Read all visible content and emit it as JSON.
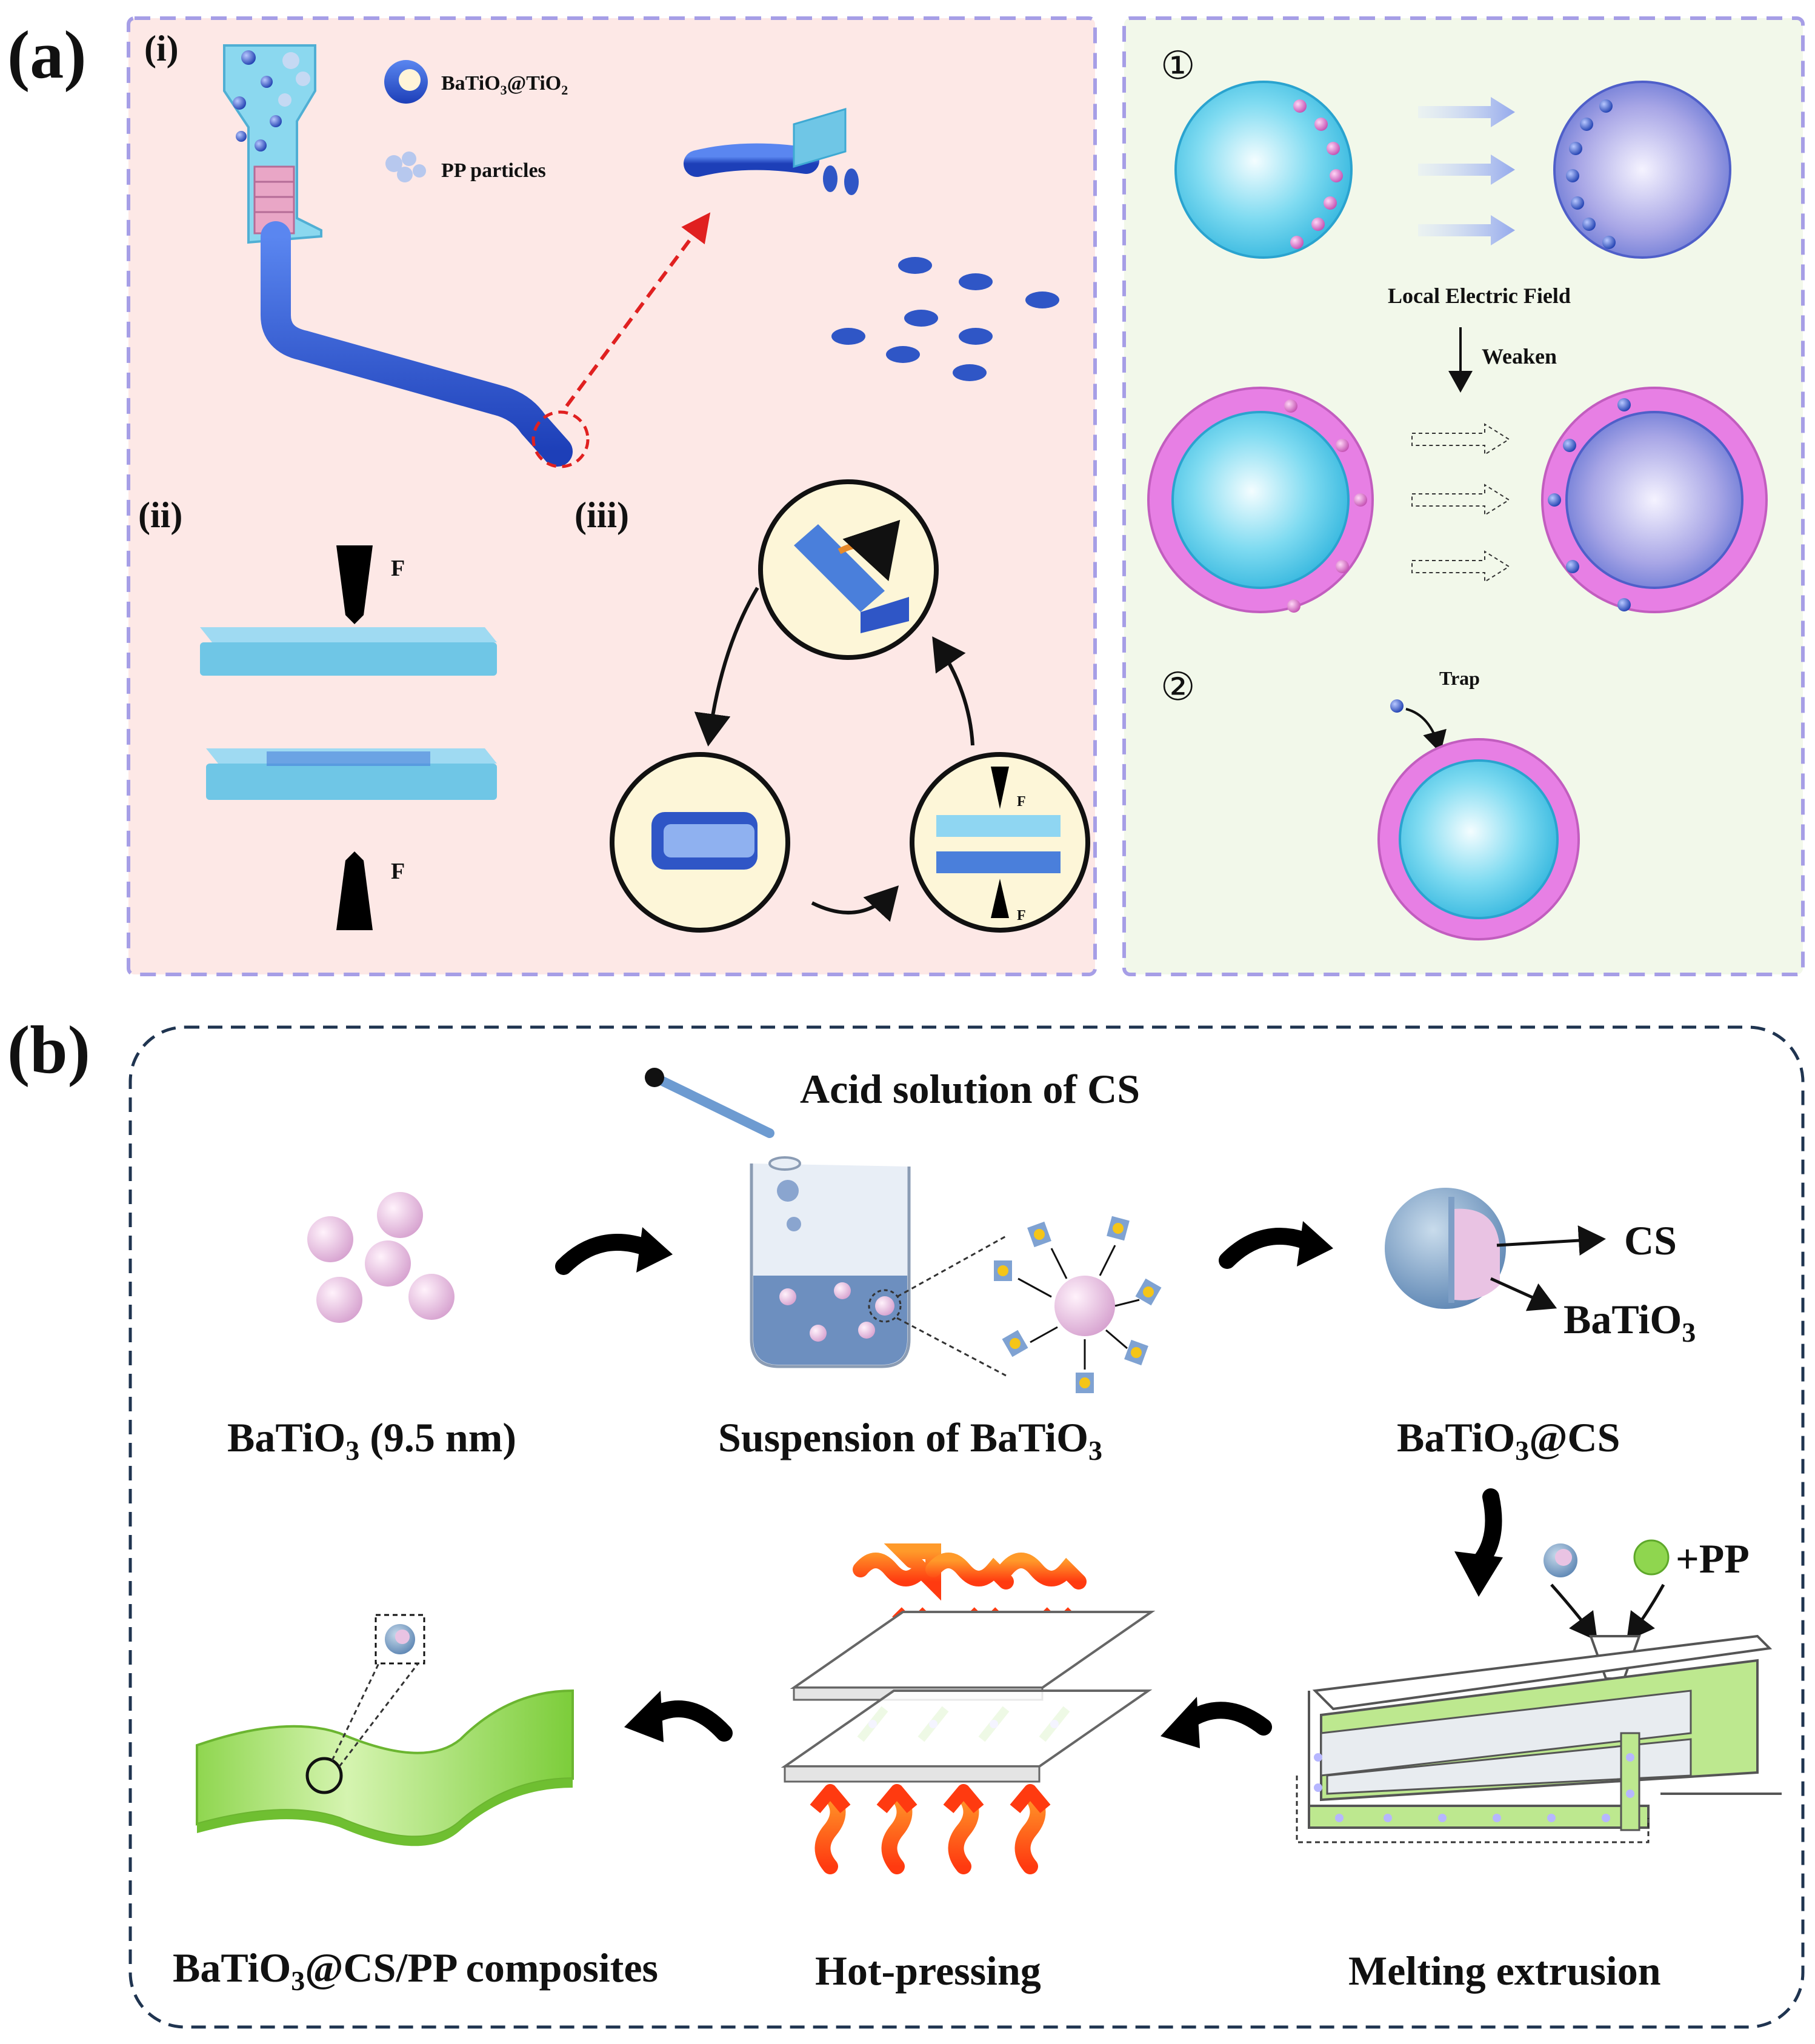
{
  "panel_a": {
    "label": "(a)",
    "sub_i": "(i)",
    "sub_ii": "(ii)",
    "sub_iii": "(iii)",
    "legend": {
      "coreshell_label": "BaTiO",
      "coreshell_sub3": "3",
      "coreshell_mid": "@TiO",
      "coreshell_sub2": "2",
      "pp_label": "PP particles"
    },
    "force_label": "F",
    "mechanism": {
      "step1": "①",
      "step2": "②",
      "local_field": "Local Electric Field",
      "weaken": "Weaken",
      "trap": "Trap"
    }
  },
  "panel_b": {
    "label": "(b)",
    "acid_solution": "Acid solution of CS",
    "batio3_base": "BaTiO",
    "batio3_sub": "3",
    "batio3_size": " (9.5 nm)",
    "suspension_prefix": "Suspension of BaTiO",
    "suspension_sub": "3",
    "coated_base": "BaTiO",
    "coated_sub": "3",
    "coated_suffix": "@CS",
    "cs_label": "CS",
    "core_label_base": "BaTiO",
    "core_label_sub": "3",
    "pp_label": "+PP",
    "melting": "Melting extrusion",
    "hot_pressing": "Hot-pressing",
    "composite_base": "BaTiO",
    "composite_sub": "3",
    "composite_suffix": "@CS/PP composites"
  },
  "colors": {
    "panel_i_bg": "#fde8e6",
    "panel_right_bg": "#f2f8ea",
    "dashed_purple": "#a69ee6",
    "dashed_navy": "#1f3450",
    "cyan_core": "#5fd0ec",
    "magenta_shell": "#e77fe4",
    "blue_ball": "#2f56c6",
    "pink_ball": "#e7c3e3",
    "green_pp": "#8fd64f",
    "heat_orange": "#ff5a12"
  }
}
